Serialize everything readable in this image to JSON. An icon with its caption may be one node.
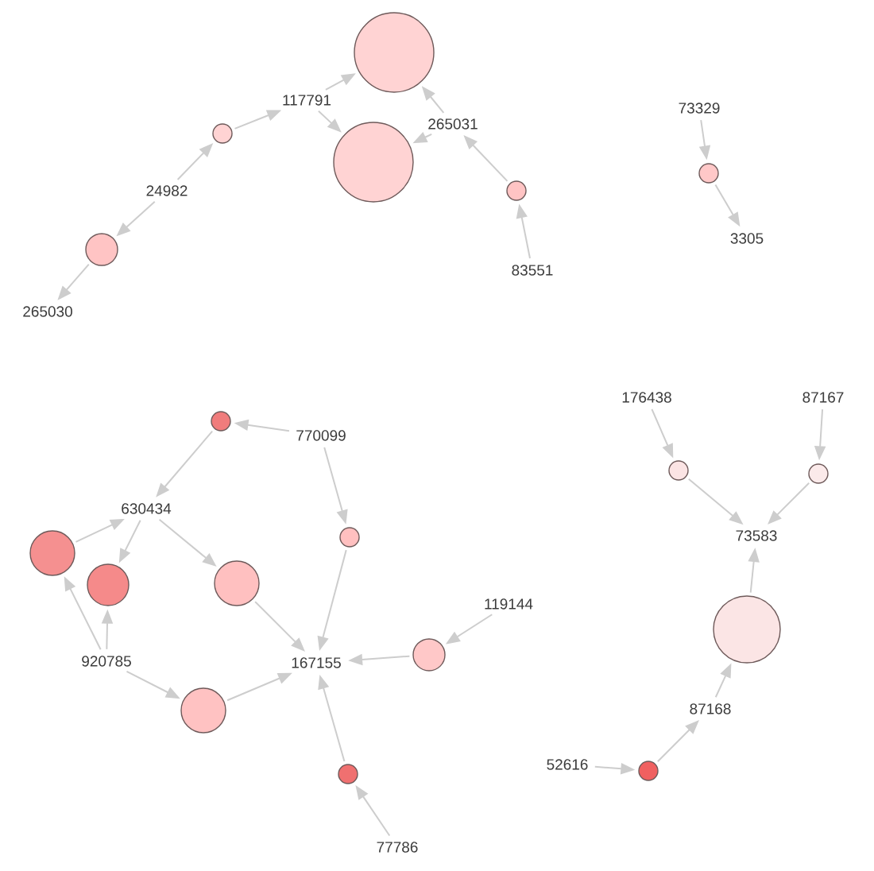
{
  "diagram": {
    "nodes": [
      {
        "text": [],
        "shape": "circle"
      },
      {
        "text": [
          "117791"
        ]
      },
      {
        "text": [
          "265031"
        ]
      },
      {
        "text": [],
        "shape": "circle"
      },
      {
        "text": [],
        "shape": "circle"
      },
      {
        "text": [
          "24982"
        ]
      },
      {
        "text": [],
        "shape": "circle"
      },
      {
        "text": [],
        "shape": "circle"
      },
      {
        "text": [
          "83551"
        ]
      },
      {
        "text": [
          "265030"
        ]
      },
      {
        "text": [
          "73329"
        ]
      },
      {
        "text": [],
        "shape": "circle"
      },
      {
        "text": [
          "3305"
        ]
      },
      {
        "text": [
          "176438"
        ]
      },
      {
        "text": [
          "87167"
        ]
      },
      {
        "text": [],
        "shape": "circle"
      },
      {
        "text": [
          "770099"
        ]
      },
      {
        "text": [],
        "shape": "circle"
      },
      {
        "text": [],
        "shape": "circle"
      },
      {
        "text": [
          "630434"
        ]
      },
      {
        "text": [
          "73583"
        ]
      },
      {
        "text": [],
        "shape": "circle"
      },
      {
        "text": [],
        "shape": "circle"
      },
      {
        "text": [],
        "shape": "circle"
      },
      {
        "text": [],
        "shape": "circle"
      },
      {
        "text": [
          "119144"
        ]
      },
      {
        "text": [],
        "shape": "circle"
      },
      {
        "text": [],
        "shape": "circle"
      },
      {
        "text": [
          "920785"
        ]
      },
      {
        "text": [
          "167155"
        ]
      },
      {
        "text": [
          "87168"
        ]
      },
      {
        "text": [],
        "shape": "circle"
      },
      {
        "text": [],
        "shape": "circle"
      },
      {
        "text": [],
        "shape": "circle"
      },
      {
        "text": [
          "52616"
        ]
      },
      {
        "text": [
          "77786"
        ]
      }
    ],
    "edges": [
      {
        "from": 5,
        "to": 3,
        "arrow": "to"
      },
      {
        "from": 3,
        "to": 1,
        "arrow": "to"
      },
      {
        "from": 1,
        "to": 0,
        "arrow": "to"
      },
      {
        "from": 2,
        "to": 0,
        "arrow": "to"
      },
      {
        "from": 2,
        "to": 4,
        "arrow": "to"
      },
      {
        "from": 1,
        "to": 4,
        "arrow": "to"
      },
      {
        "from": 5,
        "to": 7,
        "arrow": "to"
      },
      {
        "from": 7,
        "to": 9,
        "arrow": "to"
      },
      {
        "from": 8,
        "to": 6,
        "arrow": "to"
      },
      {
        "from": 6,
        "to": 2,
        "arrow": "to"
      },
      {
        "from": 10,
        "to": 11,
        "arrow": "to"
      },
      {
        "from": 11,
        "to": 12,
        "arrow": "to"
      },
      {
        "from": 16,
        "to": 15,
        "arrow": "to"
      },
      {
        "from": 15,
        "to": 19,
        "arrow": "to"
      },
      {
        "from": 16,
        "to": 21,
        "arrow": "to"
      },
      {
        "from": 21,
        "to": 29,
        "arrow": "to"
      },
      {
        "from": 22,
        "to": 19,
        "arrow": "to"
      },
      {
        "from": 19,
        "to": 23,
        "arrow": "to"
      },
      {
        "from": 19,
        "to": 24,
        "arrow": "to"
      },
      {
        "from": 24,
        "to": 29,
        "arrow": "to"
      },
      {
        "from": 28,
        "to": 22,
        "arrow": "to"
      },
      {
        "from": 28,
        "to": 23,
        "arrow": "to"
      },
      {
        "from": 28,
        "to": 31,
        "arrow": "to"
      },
      {
        "from": 31,
        "to": 29,
        "arrow": "to"
      },
      {
        "from": 25,
        "to": 27,
        "arrow": "to"
      },
      {
        "from": 27,
        "to": 29,
        "arrow": "to"
      },
      {
        "from": 35,
        "to": 33,
        "arrow": "to"
      },
      {
        "from": 33,
        "to": 29,
        "arrow": "to"
      },
      {
        "from": 13,
        "to": 17,
        "arrow": "to"
      },
      {
        "from": 17,
        "to": 20,
        "arrow": "to"
      },
      {
        "from": 14,
        "to": 18,
        "arrow": "to"
      },
      {
        "from": 18,
        "to": 20,
        "arrow": "to"
      },
      {
        "from": 26,
        "to": 20,
        "arrow": "to"
      },
      {
        "from": 30,
        "to": 26,
        "arrow": "to"
      },
      {
        "from": 34,
        "to": 32,
        "arrow": "to"
      },
      {
        "from": 32,
        "to": 30,
        "arrow": "to"
      }
    ]
  }
}
